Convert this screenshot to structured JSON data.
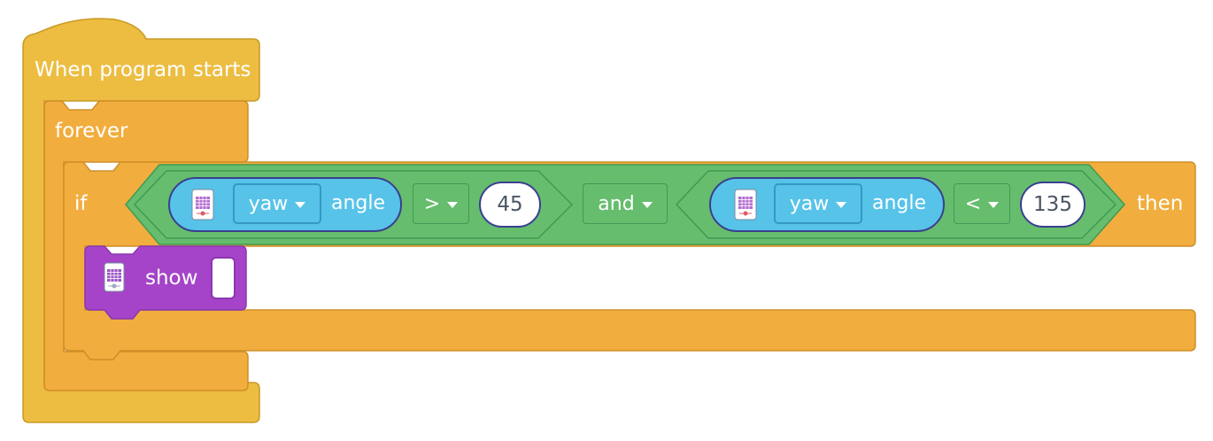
{
  "hat_block": {
    "label": "When program starts"
  },
  "forever_block": {
    "label": "forever"
  },
  "if_block": {
    "if_label": "if",
    "then_label": "then",
    "condition": {
      "operator_label": "and",
      "left": {
        "axis_value": "yaw",
        "angle_label": "angle",
        "comparator": ">",
        "number": "45"
      },
      "right": {
        "axis_value": "yaw",
        "angle_label": "angle",
        "comparator": "<",
        "number": "135"
      }
    }
  },
  "show_block": {
    "label": "show",
    "value": ""
  },
  "colors": {
    "event_yellow": "#ecbd41",
    "control_orange": "#f1ad3d",
    "operator_green": "#66bd6d",
    "sensor_blue": "#57c3e9",
    "display_purple": "#a544c8"
  },
  "icons": [
    "microbit-sensor-icon",
    "led-display-icon",
    "dropdown-caret-icon"
  ]
}
